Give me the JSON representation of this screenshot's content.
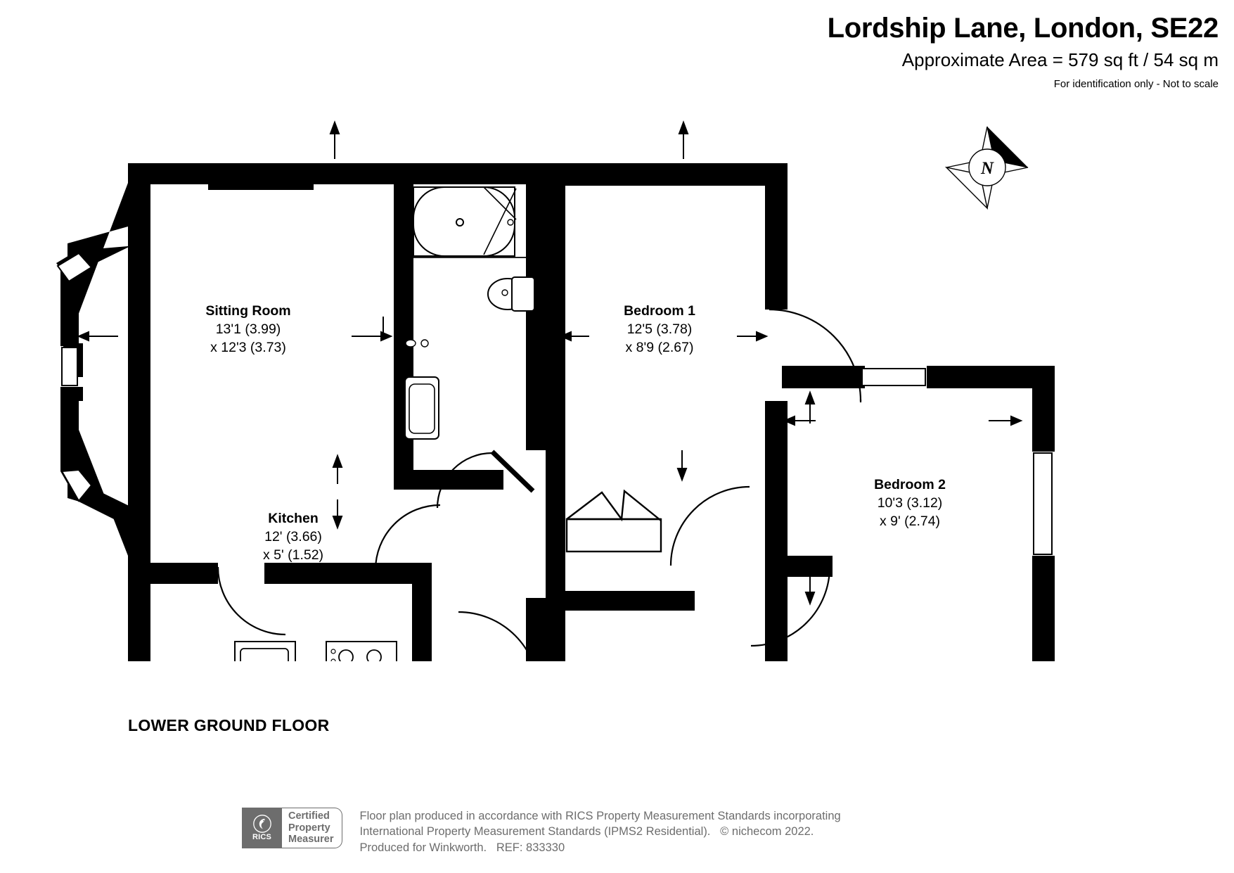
{
  "header": {
    "title": "Lordship Lane, London, SE22",
    "area": "Approximate Area = 579 sq ft / 54 sq m",
    "disclaimer": "For identification only - Not to scale"
  },
  "floor_label": "LOWER GROUND FLOOR",
  "compass": {
    "label": "N"
  },
  "rooms": [
    {
      "name": "Sitting Room",
      "dim1": "13'1 (3.99)",
      "dim2": "x 12'3 (3.73)"
    },
    {
      "name": "Kitchen",
      "dim1": "12' (3.66)",
      "dim2": "x 5' (1.52)"
    },
    {
      "name": "Bedroom 1",
      "dim1": "12'5 (3.78)",
      "dim2": "x 8'9 (2.67)"
    },
    {
      "name": "Bedroom 2",
      "dim1": "10'3 (3.12)",
      "dim2": "x 9' (2.74)"
    }
  ],
  "footer": {
    "badge": {
      "brand": "RICS",
      "line1": "Certified",
      "line2": "Property",
      "line3": "Measurer"
    },
    "text_line1": "Floor plan produced in accordance with RICS Property Measurement Standards incorporating",
    "text_line2": "International Property Measurement Standards (IPMS2 Residential).   © nichecom 2022.",
    "text_line3": "Produced for Winkworth.   REF: 833330"
  },
  "colors": {
    "wall": "#000000",
    "background": "#ffffff",
    "badge_gray": "#6d6d6d"
  }
}
